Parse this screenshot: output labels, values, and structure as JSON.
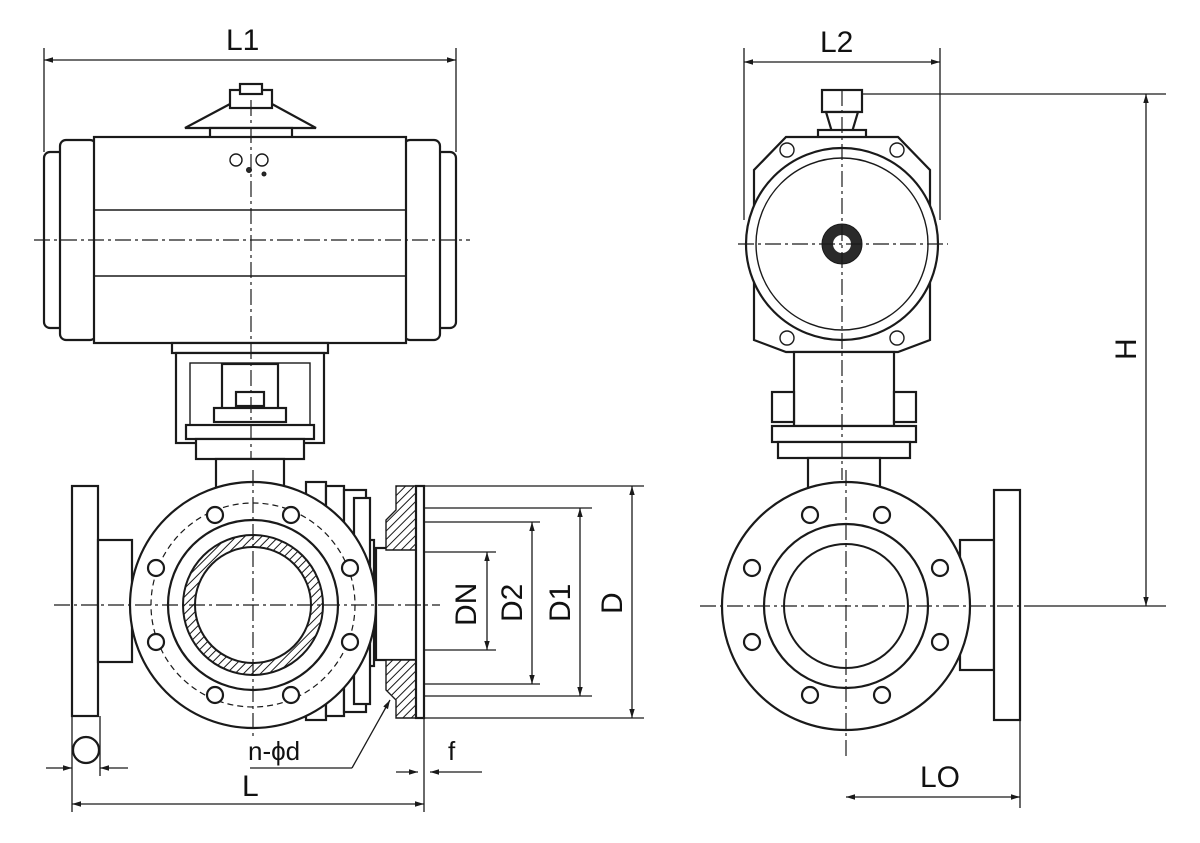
{
  "labels": {
    "l1": "L1",
    "l2": "L2",
    "h": "H",
    "dn": "DN",
    "d2": "D2",
    "d1": "D1",
    "d": "D",
    "n_phi_d": "n-ϕd",
    "f": "f",
    "l": "L",
    "lo": "LO"
  }
}
